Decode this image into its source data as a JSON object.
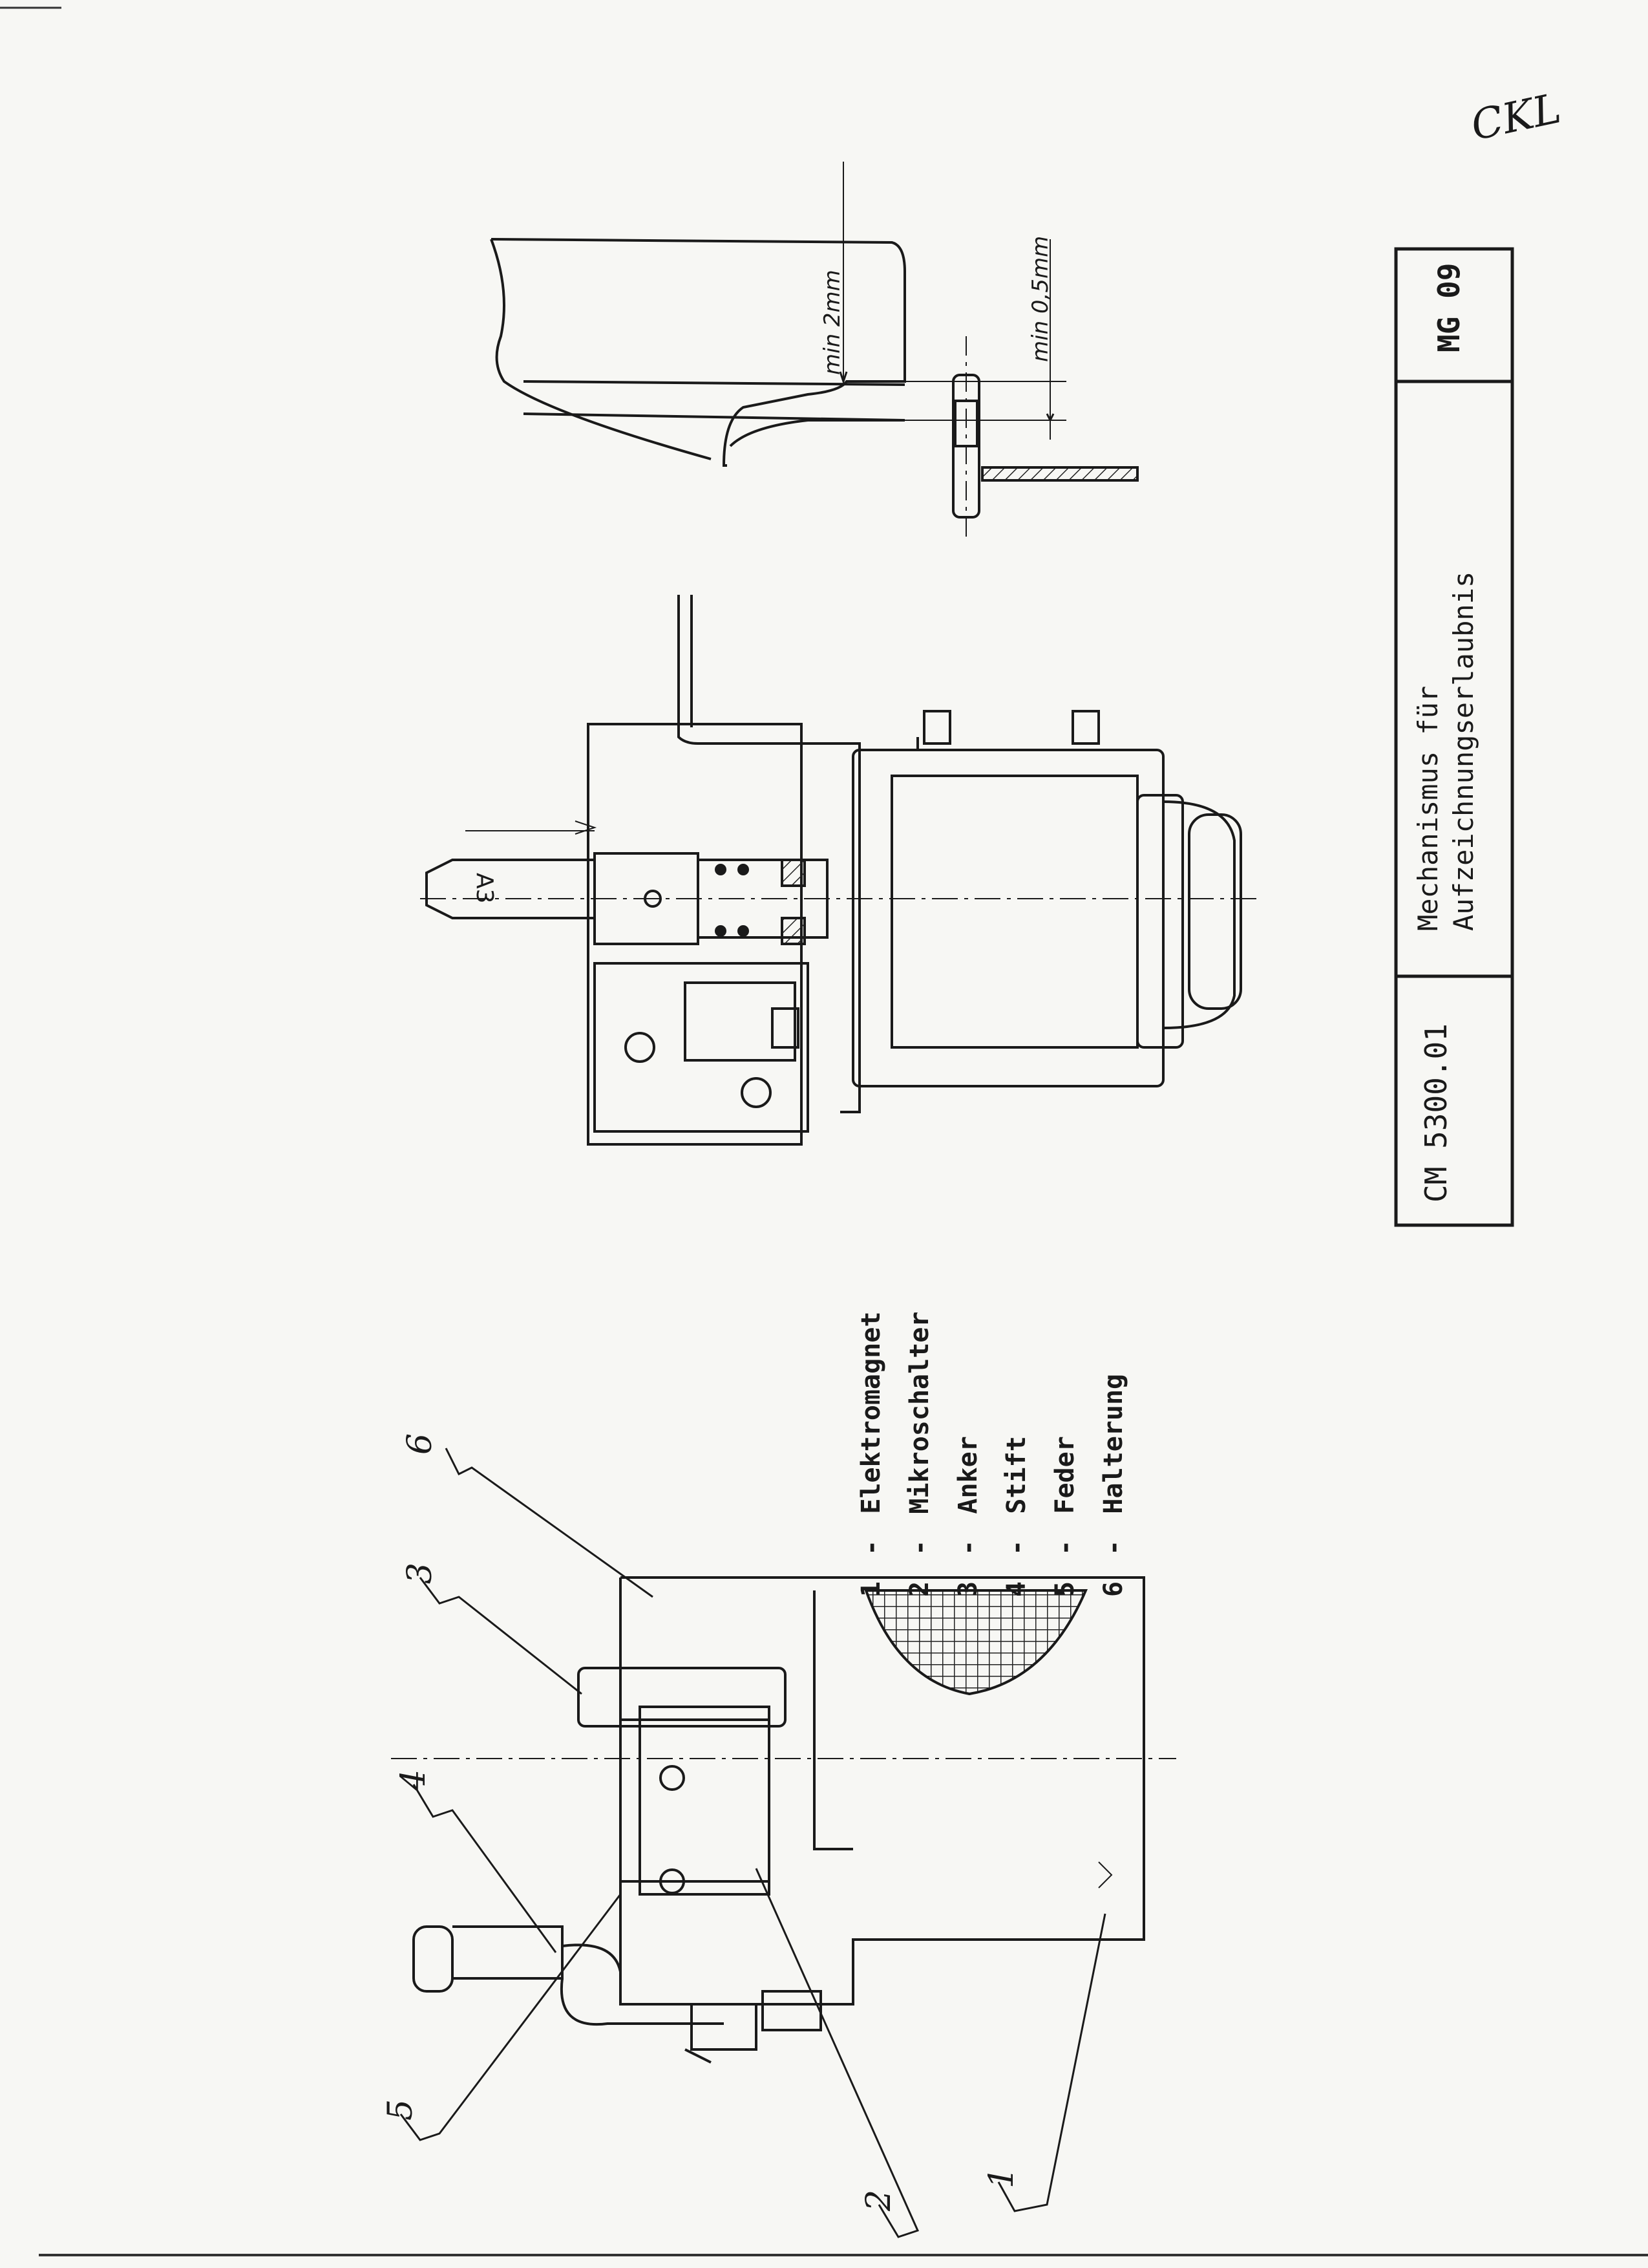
{
  "handwritten_note": "CKL",
  "legend": [
    {
      "num": "1",
      "dash": "-",
      "label": "Elektromagnet"
    },
    {
      "num": "2",
      "dash": "-",
      "label": "Mikroschalter"
    },
    {
      "num": "3",
      "dash": "-",
      "label": "Anker"
    },
    {
      "num": "4",
      "dash": "-",
      "label": "Stift"
    },
    {
      "num": "5",
      "dash": "-",
      "label": "Feder"
    },
    {
      "num": "6",
      "dash": "-",
      "label": "Halterung"
    }
  ],
  "callouts": {
    "c1": "1",
    "c2": "2",
    "c3": "3",
    "c4": "4",
    "c5": "5",
    "c6": "6"
  },
  "dimensions": {
    "a3": "A3",
    "min2": "min 2mm",
    "min05": "min 0,5mm"
  },
  "title_block": {
    "document_number": "CM 5300.01",
    "title_line1": "Mechanismus für",
    "title_line2": "Aufzeichnungserlaubnis",
    "sheet_code": "MG 09"
  }
}
